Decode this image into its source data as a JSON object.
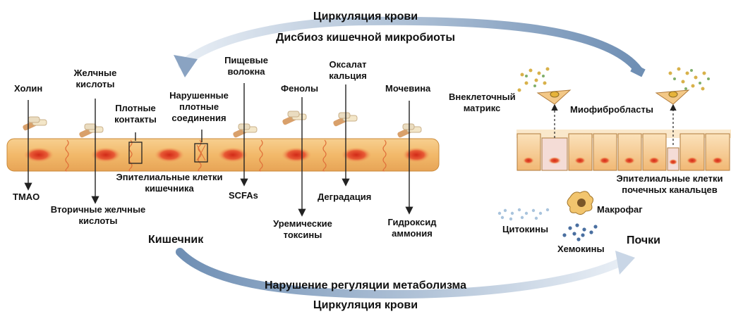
{
  "colors": {
    "gut_fill": "#f2b96a",
    "gut_edge": "#c98a3a",
    "nucleus": "#e0402a",
    "kidney_cell": "#f6c98a",
    "arrow": "#6f8fb4",
    "junction": "#e0703a"
  },
  "top": {
    "circulation": "Циркуляция крови",
    "dysbiosis": "Дисбиоз кишечной микробиоты"
  },
  "bottom": {
    "dysregulation": "Нарушение регуляции метаболизма",
    "circulation": "Циркуляция крови"
  },
  "organs": {
    "intestine": "Кишечник",
    "kidneys": "Почки"
  },
  "gut": {
    "choline": "Холин",
    "tmao": "TMAO",
    "bile_1": "Желчные",
    "bile_2": "кислоты",
    "secbile_1": "Вторичные желчные",
    "secbile_2": "кислоты",
    "tight_1": "Плотные",
    "tight_2": "контакты",
    "broken_1": "Нарушенные",
    "broken_2": "плотные",
    "broken_3": "соединения",
    "epi_1": "Эпителиальные клетки",
    "epi_2": "кишечника",
    "fiber_1": "Пищевые",
    "fiber_2": "волокна",
    "scfa": "SCFAs",
    "phenols": "Фенолы",
    "uremic_1": "Уремические",
    "uremic_2": "токсины",
    "oxalate_1": "Оксалат",
    "oxalate_2": "кальция",
    "degradation": "Деградация",
    "urea": "Мочевина",
    "ammonium_1": "Гидроксид",
    "ammonium_2": "аммония"
  },
  "kidney": {
    "ecm_1": "Внеклеточный",
    "ecm_2": "матрикс",
    "myofib": "Миофибробласты",
    "tubular_1": "Эпителиальные клетки",
    "tubular_2": "почечных канальцев",
    "macrophage": "Макрофаг",
    "cytokines": "Цитокины",
    "chemokines": "Хемокины"
  }
}
